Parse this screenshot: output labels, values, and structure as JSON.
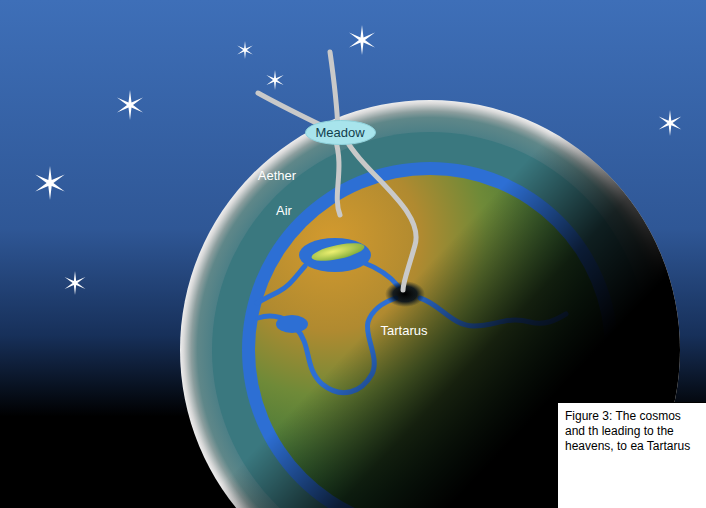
{
  "diagram": {
    "caption": "Figure 3: The cosmos and th leading to the heavens, to ea Tartarus",
    "nodes": [
      {
        "text": [
          "Meadow"
        ]
      }
    ],
    "labels": [
      "Aether",
      "Air",
      "Tartarus"
    ]
  }
}
